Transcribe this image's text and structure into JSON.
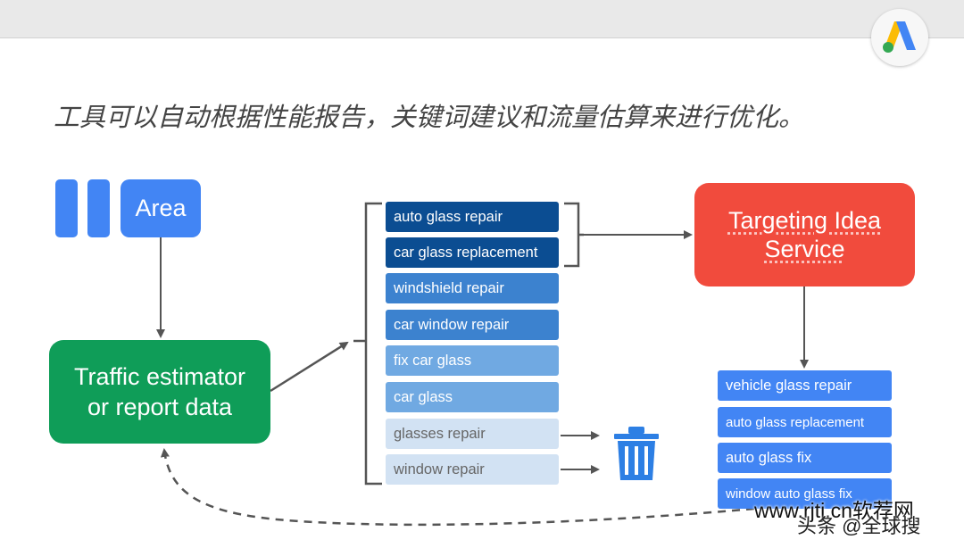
{
  "heading": "工具可以自动根据性能报告，关键词建议和流量估算来进行优化。",
  "nodes": {
    "area": "Area",
    "traffic_line1": "Traffic estimator",
    "traffic_line2": "or report data",
    "targeting_line1": "Targeting Idea",
    "targeting_line2": "Service"
  },
  "keywords": [
    {
      "label": "auto glass repair",
      "shade": "dark"
    },
    {
      "label": "car glass replacement",
      "shade": "dark"
    },
    {
      "label": "windshield repair",
      "shade": "mid"
    },
    {
      "label": "car window repair",
      "shade": "mid"
    },
    {
      "label": "fix car glass",
      "shade": "light"
    },
    {
      "label": "car glass",
      "shade": "light"
    },
    {
      "label": "glasses repair",
      "shade": "pale"
    },
    {
      "label": "window repair",
      "shade": "pale"
    }
  ],
  "results": [
    "vehicle glass repair",
    "auto glass replacement",
    "auto glass fix",
    "window auto glass fix"
  ],
  "icons": {
    "logo": "google-ads-logo-icon",
    "trash": "trash-can-icon"
  },
  "colors": {
    "blue": "#4285f4",
    "green": "#0f9d58",
    "red": "#f14b3d",
    "dark_blue": "#0b4d92"
  },
  "watermark": {
    "line1": "www.rjtj.cn软荐网",
    "line2": "头条 @全球搜"
  }
}
